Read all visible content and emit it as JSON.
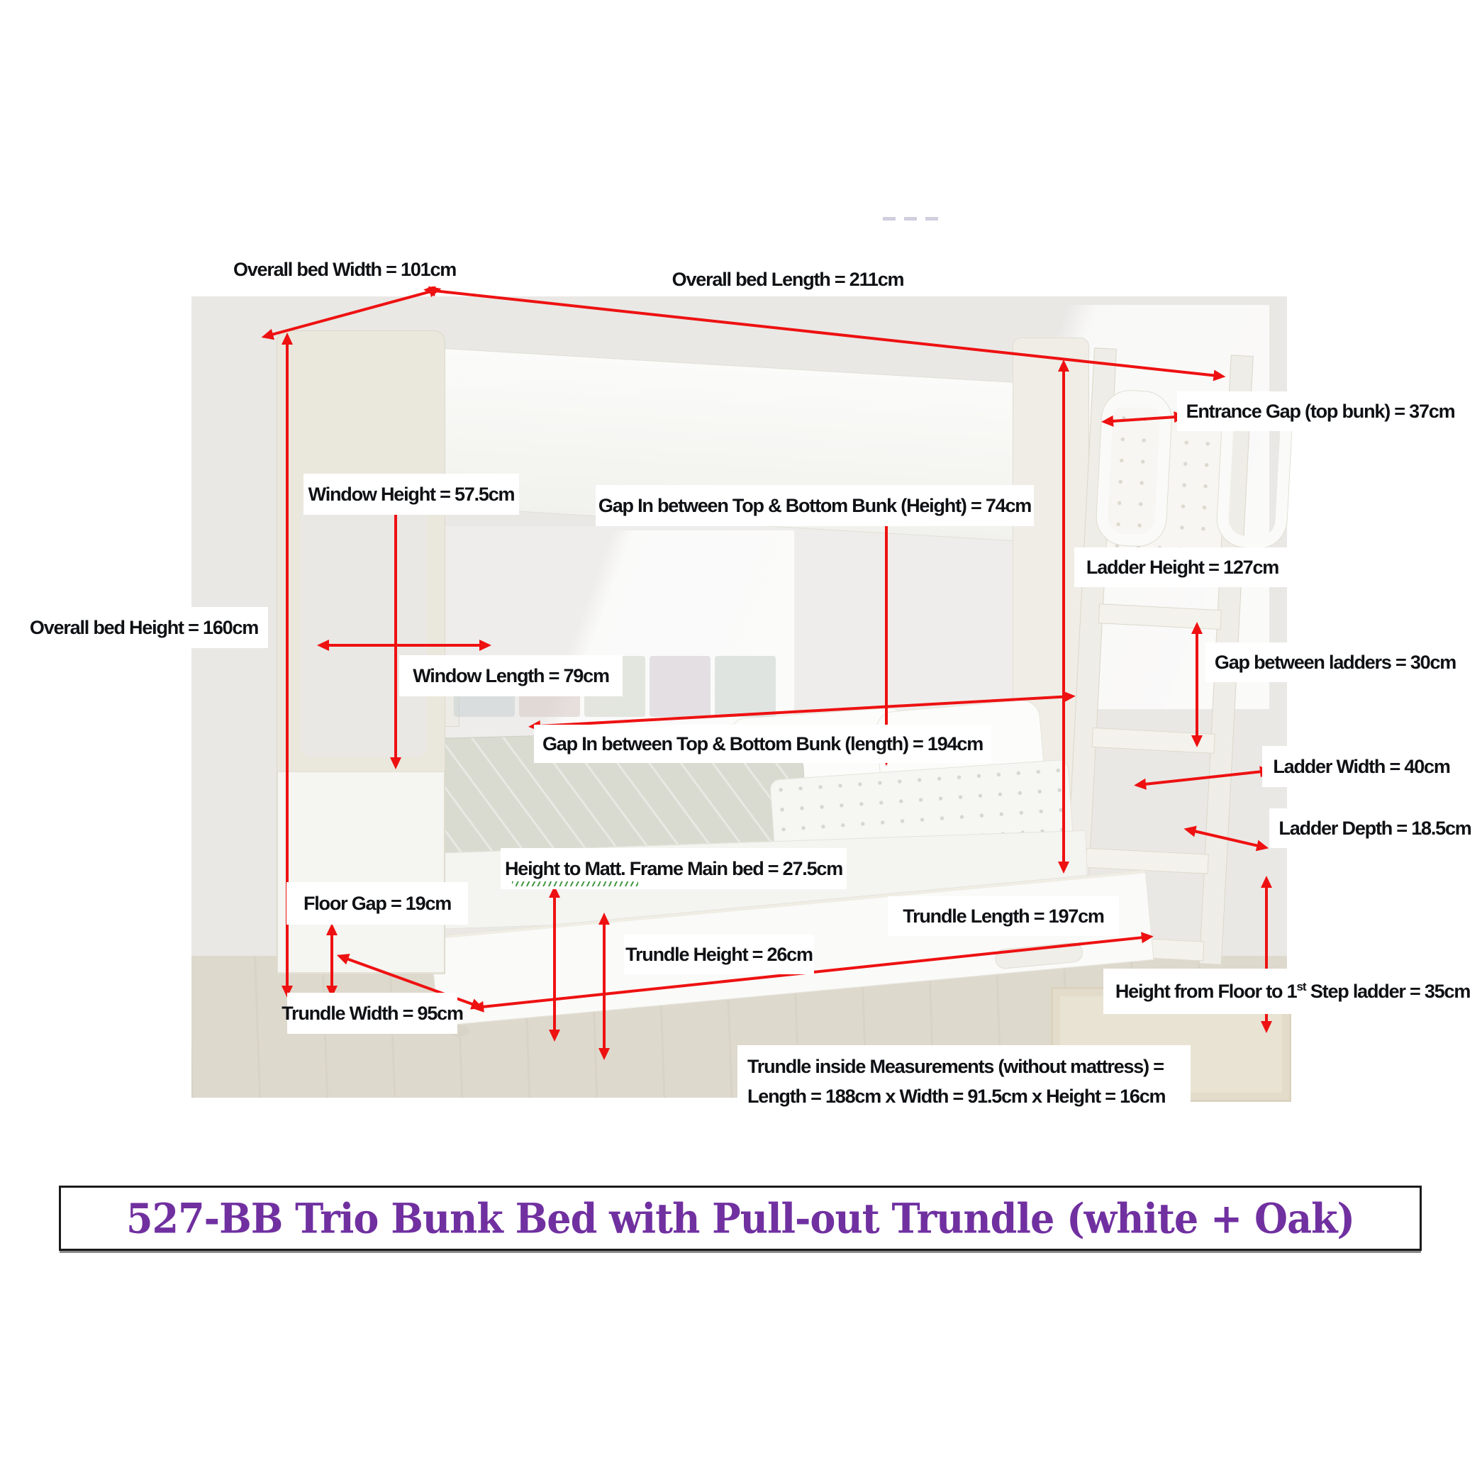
{
  "title": {
    "text": "527-BB Trio Bunk Bed with Pull-out Trundle (white + Oak)",
    "color": "#7030a0"
  },
  "accent_color": "#ee1111",
  "labels": {
    "overall_width": "Overall bed Width = 101cm",
    "overall_length": "Overall bed Length = 211cm",
    "entrance_gap": "Entrance Gap (top bunk) = 37cm",
    "ladder_height": "Ladder Height = 127cm",
    "window_height": "Window Height = 57.5cm",
    "gap_height": "Gap In between Top & Bottom Bunk (Height) = 74cm",
    "overall_height": "Overall bed Height = 160cm",
    "window_length": "Window Length = 79cm",
    "gap_ladders": "Gap between ladders = 30cm",
    "gap_length": "Gap In between Top & Bottom Bunk (length) = 194cm",
    "ladder_width": "Ladder Width = 40cm",
    "ladder_depth": "Ladder Depth = 18.5cm",
    "height_matt": "Height to Matt. Frame Main bed = 27.5cm",
    "floor_gap": "Floor Gap = 19cm",
    "trundle_height": "Trundle Height = 26cm",
    "trundle_width": "Trundle Width = 95cm",
    "trundle_length": "Trundle Length = 197cm",
    "floor_step_pre": "Height from Floor to 1",
    "floor_step_sup": "st",
    "floor_step_post": " Step ladder = 35cm",
    "trundle_inside_line1": "Trundle inside Measurements (without mattress) =",
    "trundle_inside_line2": "Length = 188cm x Width = 91.5cm x Height = 16cm"
  }
}
